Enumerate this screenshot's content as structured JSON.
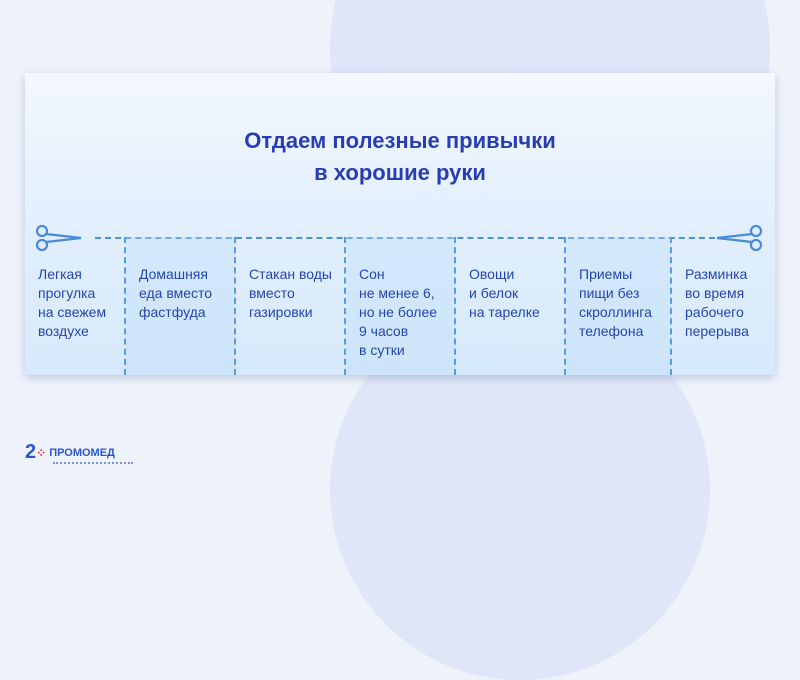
{
  "title_line1": "Отдаем полезные привычки",
  "title_line2": "в хорошие руки",
  "habits": [
    "Легкая\nпрогулка\nна свежем\nвоздухе",
    "Домашняя\nеда вместо\nфастфуда",
    "Стакан воды\nвместо\nгазировки",
    "Сон\nне менее 6,\nно не более\n9 часов\nв сутки",
    "Овощи\nи белок\nна тарелке",
    "Приемы\nпищи без\nскроллинга\nтелефона",
    "Разминка\nво время\nрабочего\nперерыва"
  ],
  "logo": {
    "number": "2",
    "brand": "ПРОМОМЕД"
  },
  "colors": {
    "accent": "#2a3db0",
    "dash": "#4f8fd8"
  }
}
